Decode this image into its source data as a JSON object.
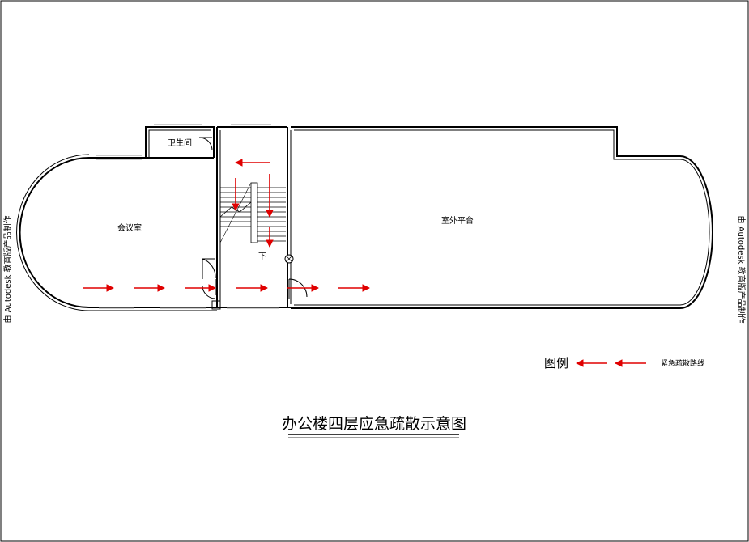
{
  "rooms": {
    "meeting": "会议室",
    "restroom": "卫生间",
    "terrace": "室外平台"
  },
  "stair": {
    "down_label": "下"
  },
  "legend": {
    "title": "图例",
    "route_label": "紧急疏散路线"
  },
  "title": "办公楼四层应急疏散示意图",
  "watermark": "由 Autodesk 教育版产品制作",
  "colors": {
    "wall": "#000000",
    "arrow": "#e00000",
    "glass": "#9a9a9a"
  },
  "icons": {
    "arrow": "evacuation-arrow-icon",
    "fixture": "drain-fixture-icon"
  }
}
